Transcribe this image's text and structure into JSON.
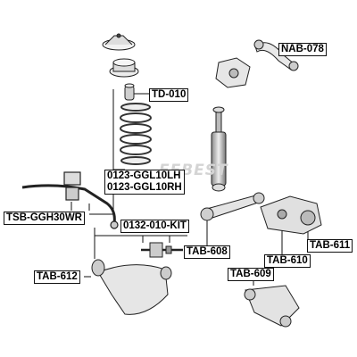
{
  "labels": {
    "nab078": "NAB-078",
    "td010": "TD-010",
    "ggl_lh": "0123-GGL10LH",
    "ggl_rh": "0123-GGL10RH",
    "tsb": "TSB-GGH30WR",
    "kit": "0132-010-KIT",
    "tab608": "TAB-608",
    "tab611": "TAB-611",
    "tab610": "TAB-610",
    "tab612": "TAB-612",
    "tab609": "TAB-609"
  },
  "watermark": "FEBEST",
  "colors": {
    "line": "#111111",
    "part_fill": "#ececec",
    "part_dark": "#9a9a9a",
    "watermark": "#d4d4d4"
  }
}
